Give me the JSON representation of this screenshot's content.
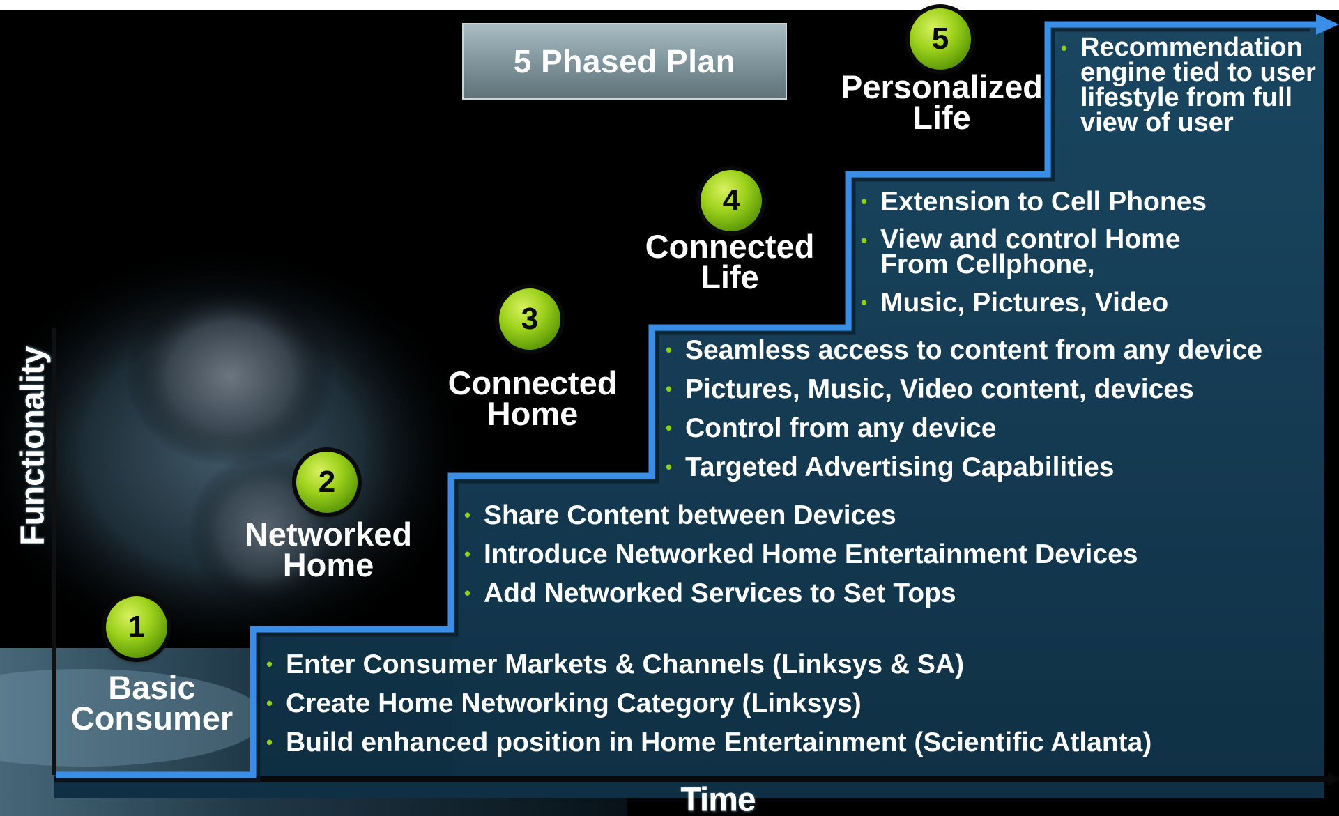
{
  "title": "5 Phased Plan",
  "axes": {
    "y_label": "Functionality",
    "x_label": "Time"
  },
  "colors": {
    "staircase_line": "#3a8ee8",
    "step_fill": "#15384f",
    "bullet": "#8fcf1a",
    "phase_badge": "#8cc318"
  },
  "phases": [
    {
      "number": "1",
      "label_lines": [
        "Basic",
        "Consumer"
      ],
      "bullets": [
        "Enter Consumer Markets & Channels (Linksys & SA)",
        "Create Home Networking Category (Linksys)",
        "Build enhanced position in Home Entertainment (Scientific Atlanta)"
      ]
    },
    {
      "number": "2",
      "label_lines": [
        "Networked",
        "Home"
      ],
      "bullets": [
        "Share Content between Devices",
        "Introduce Networked Home Entertainment Devices",
        "Add Networked Services to Set Tops"
      ]
    },
    {
      "number": "3",
      "label_lines": [
        "Connected",
        "Home"
      ],
      "bullets": [
        "Seamless access to content from any device",
        "Pictures, Music, Video content, devices",
        "Control from any device",
        "Targeted Advertising Capabilities"
      ]
    },
    {
      "number": "4",
      "label_lines": [
        "Connected",
        "Life"
      ],
      "bullets": [
        "Extension to Cell Phones",
        "View and control Home\nFrom Cellphone,",
        "Music, Pictures, Video"
      ]
    },
    {
      "number": "5",
      "label_lines": [
        "Personalized",
        "Life"
      ],
      "bullets": [
        "Recommendation\nengine tied to user\nlifestyle from full\nview of user"
      ]
    }
  ]
}
